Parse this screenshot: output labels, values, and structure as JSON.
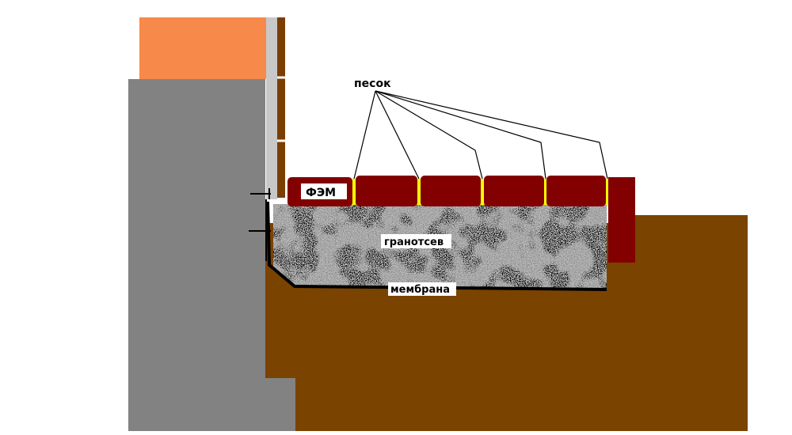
{
  "labels": {
    "sand": "песок",
    "fem": "ФЭМ",
    "granite": "гранотсев",
    "membrane": "мембрана"
  },
  "colors": {
    "brick": "#f7894a",
    "concrete": "#828282",
    "wall_light": "#c8c8c8",
    "wall_dark": "#7a3e00",
    "soil": "#7a4300",
    "paver": "#820000",
    "sand_joint": "#ffff00",
    "granite_base": "#b8b8b8",
    "membrane": "#000000"
  },
  "icons": [
    "sand-pointer-lines",
    "granite-speckle-texture",
    "nail-markers"
  ]
}
